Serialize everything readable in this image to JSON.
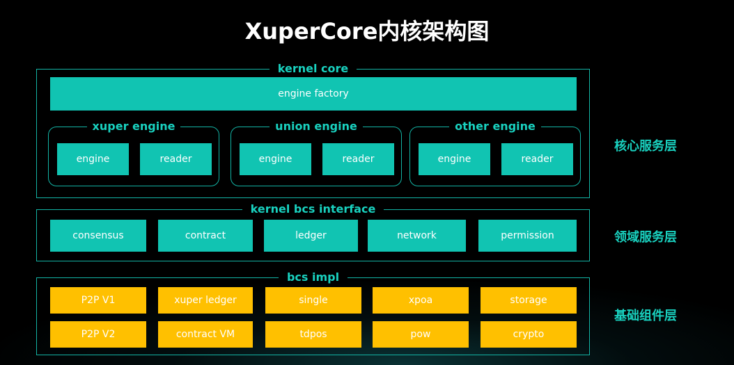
{
  "title": "XuperCore内核架构图",
  "kernel_core": {
    "title": "kernel core",
    "factory": "engine factory",
    "engines": [
      {
        "title": "xuper engine",
        "items": [
          "engine",
          "reader"
        ]
      },
      {
        "title": "union engine",
        "items": [
          "engine",
          "reader"
        ]
      },
      {
        "title": "other engine",
        "items": [
          "engine",
          "reader"
        ]
      }
    ]
  },
  "bcs_interface": {
    "title": "kernel bcs interface",
    "items": [
      "consensus",
      "contract",
      "ledger",
      "network",
      "permission"
    ]
  },
  "bcs_impl": {
    "title": "bcs impl",
    "row1": [
      "P2P V1",
      "xuper ledger",
      "single",
      "xpoa",
      "storage"
    ],
    "row2": [
      "P2P V2",
      "contract VM",
      "tdpos",
      "pow",
      "crypto"
    ]
  },
  "side_labels": [
    "核心服务层",
    "领域服务层",
    "基础组件层"
  ],
  "colors": {
    "teal": "#11c4b2",
    "gold": "#ffc000",
    "border": "#13b5a6",
    "label": "#19d1bf"
  }
}
